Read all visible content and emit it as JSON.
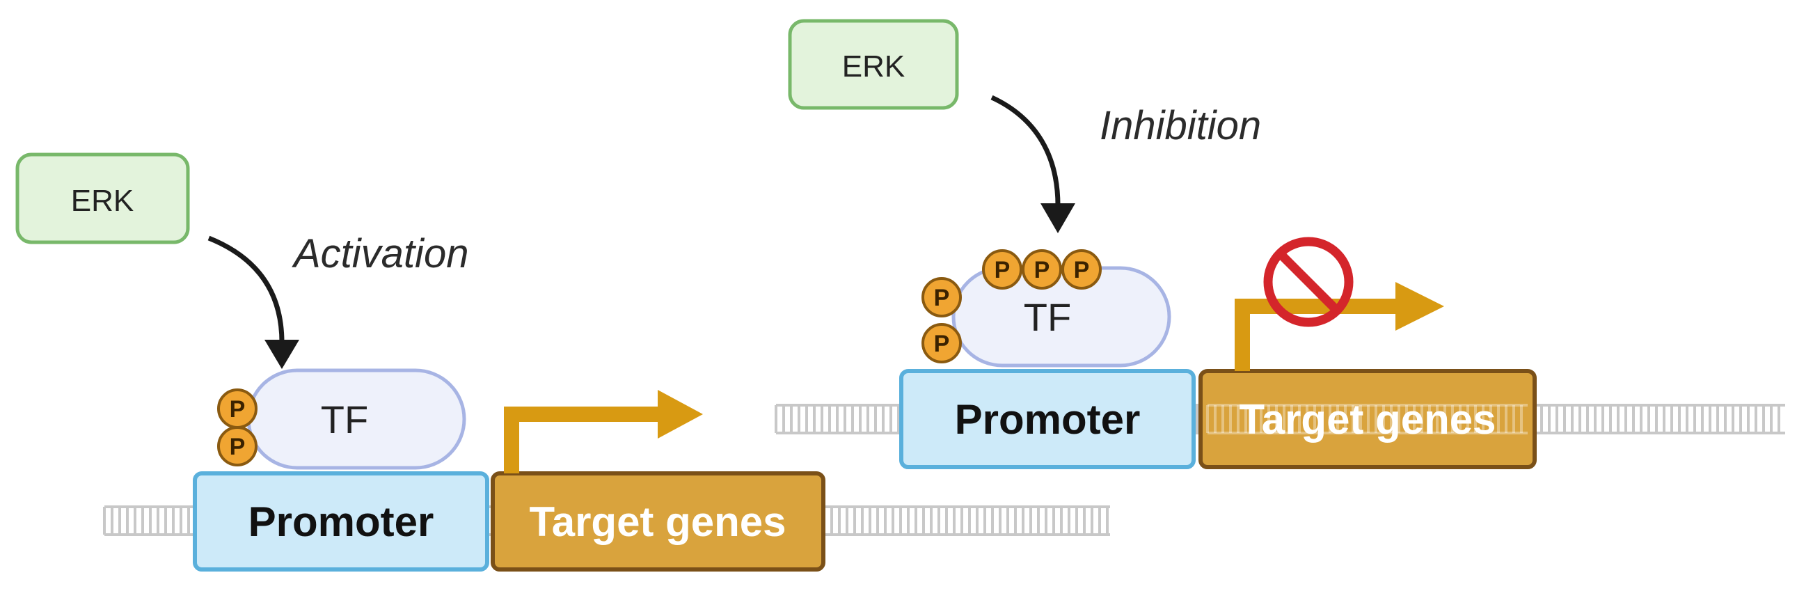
{
  "panels": {
    "activation": {
      "kinase_label": "ERK",
      "effect_label": "Activation",
      "tf_label": "TF",
      "phospho_label": "P",
      "promoter_label": "Promoter",
      "gene_label": "Target genes"
    },
    "inhibition": {
      "kinase_label": "ERK",
      "effect_label": "Inhibition",
      "tf_label": "TF",
      "phospho_label": "P",
      "promoter_label": "Promoter",
      "gene_label": "Target genes",
      "blocked_icon": "prohibition-icon"
    }
  },
  "colors": {
    "erk_fill": "#e3f3dc",
    "erk_stroke": "#78b86a",
    "tf_fill": "#eef1fb",
    "tf_stroke": "#a7b4e4",
    "promoter_fill": "#cdeaf9",
    "promoter_stroke": "#5ab0dc",
    "gene_fill": "#d9a33d",
    "gene_stroke": "#7a5018",
    "arrow_gene": "#d89a12",
    "phospho_fill": "#f0a532",
    "phospho_stroke": "#8a5a10",
    "prohibition": "#d4252b",
    "dna": "#c8c8c8"
  }
}
